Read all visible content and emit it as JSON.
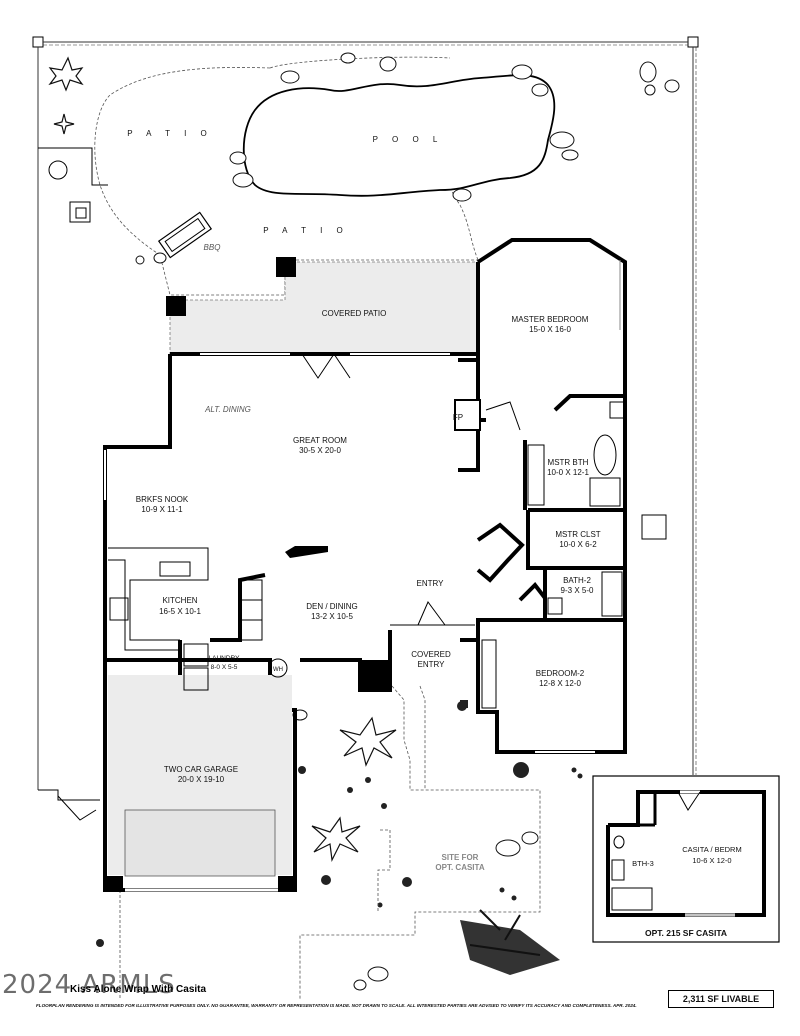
{
  "rooms": {
    "pool": "P O O L",
    "patio_north": "P A T I O",
    "patio_south": "P A T I O",
    "bbq": "BBQ",
    "covered_patio": "COVERED PATIO",
    "master_bedroom": {
      "name": "MASTER BEDROOM",
      "dims": "15-0  X  16-0"
    },
    "alt_dining": "ALT. DINING",
    "great_room": {
      "name": "GREAT ROOM",
      "dims": "30-5  X  20-0"
    },
    "fireplace": "FP",
    "master_bath": {
      "name": "MSTR BTH",
      "dims": "10-0 X 12-1"
    },
    "breakfast_nook": {
      "name": "BRKFS NOOK",
      "dims": "10-9  X  11-1"
    },
    "master_closet": {
      "name": "MSTR CLST",
      "dims": "10-0 X 6-2"
    },
    "entry": "ENTRY",
    "bath_2": {
      "name": "BATH-2",
      "dims": "9-3 X 5-0"
    },
    "kitchen": {
      "name": "KITCHEN",
      "dims": "16-5 X 10-1"
    },
    "den_dining": {
      "name": "DEN / DINING",
      "dims": "13-2  X  10-5"
    },
    "laundry": {
      "name": "LAUNDRY",
      "dims": "8-0 X 5-5"
    },
    "water_heater": "WH",
    "covered_entry": {
      "line1": "COVERED",
      "line2": "ENTRY"
    },
    "bedroom_2": {
      "name": "BEDROOM-2",
      "dims": "12-8  X  12-0"
    },
    "garage": {
      "name": "TWO CAR GARAGE",
      "dims": "20-0  X  19-10"
    },
    "site_casita": {
      "line1": "SITE FOR",
      "line2": "OPT. CASITA"
    },
    "casita_bedroom": {
      "name": "CASITA / BEDRM",
      "dims": "10-6  X  12-0"
    },
    "bath_3": "BTH-3"
  },
  "casita_caption": "OPT. 215 SF CASITA",
  "watermark": "2024 ARMLS",
  "title": "Kiss Alone Wrap With Casita",
  "disclaimer": "FLOORPLAN RENDERING IS INTENDED FOR ILLUSTRATIVE PURPOSES ONLY.  NO GUARANTEE, WARRANTY OR REPRESENTATION IS MADE.  NOT DRAWN TO SCALE.  ALL INTERESTED PARTIES ARE ADVISED TO VERIFY ITS ACCURACY AND COMPLETENESS.  APR. 2024.",
  "livable_area": "2,311 SF LIVABLE"
}
